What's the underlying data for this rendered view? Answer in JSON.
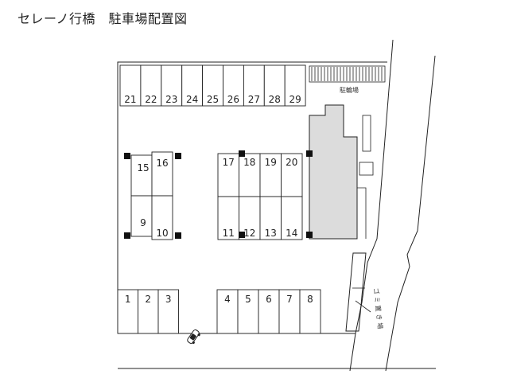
{
  "title": "セレーノ行橋　駐車場配置図",
  "stalls": {
    "top_row": [
      "21",
      "22",
      "23",
      "24",
      "25",
      "26",
      "27",
      "28",
      "29"
    ],
    "left_block": {
      "top_left": "15",
      "top_right": "16",
      "bottom_left": "9",
      "bottom_right": "10"
    },
    "right_block": {
      "top": [
        "17",
        "18",
        "19",
        "20"
      ],
      "bottom": [
        "11",
        "12",
        "13",
        "14"
      ]
    },
    "bottom_left": [
      "1",
      "2",
      "3"
    ],
    "bottom_right": [
      "4",
      "5",
      "6",
      "7",
      "8"
    ]
  },
  "labels": {
    "bike_parking": "駐輪場",
    "garbage_area": "ゴミ置き場"
  },
  "colors": {
    "line": "#222222",
    "building_fill": "#dcdcdc"
  }
}
